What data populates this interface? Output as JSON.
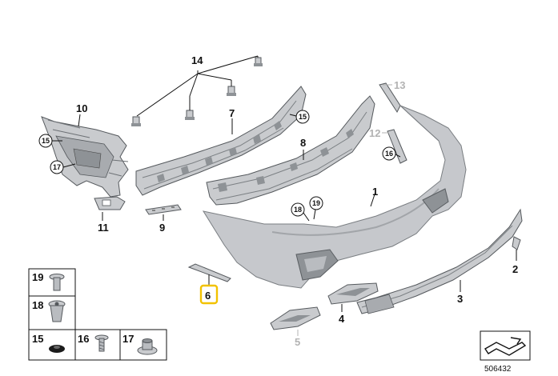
{
  "diagram_number": "506432",
  "highlight_color": "#f2c200",
  "part_color": "#c9cbce",
  "part_dark": "#8e9296",
  "callouts": {
    "p1": "1",
    "p2": "2",
    "p3": "3",
    "p4": "4",
    "p5": "5",
    "p6": "6",
    "p7": "7",
    "p8": "8",
    "p9": "9",
    "p10": "10",
    "p11": "11",
    "p12": "12",
    "p13": "13",
    "p14": "14"
  },
  "circled": {
    "c15a": "15",
    "c15b": "15",
    "c16": "16",
    "c17": "17",
    "c18": "18",
    "c19": "19"
  },
  "legend": {
    "l19": "19",
    "l18": "18",
    "l15": "15",
    "l16": "16",
    "l17": "17"
  },
  "icons": [
    "folded-arrow-icon"
  ]
}
